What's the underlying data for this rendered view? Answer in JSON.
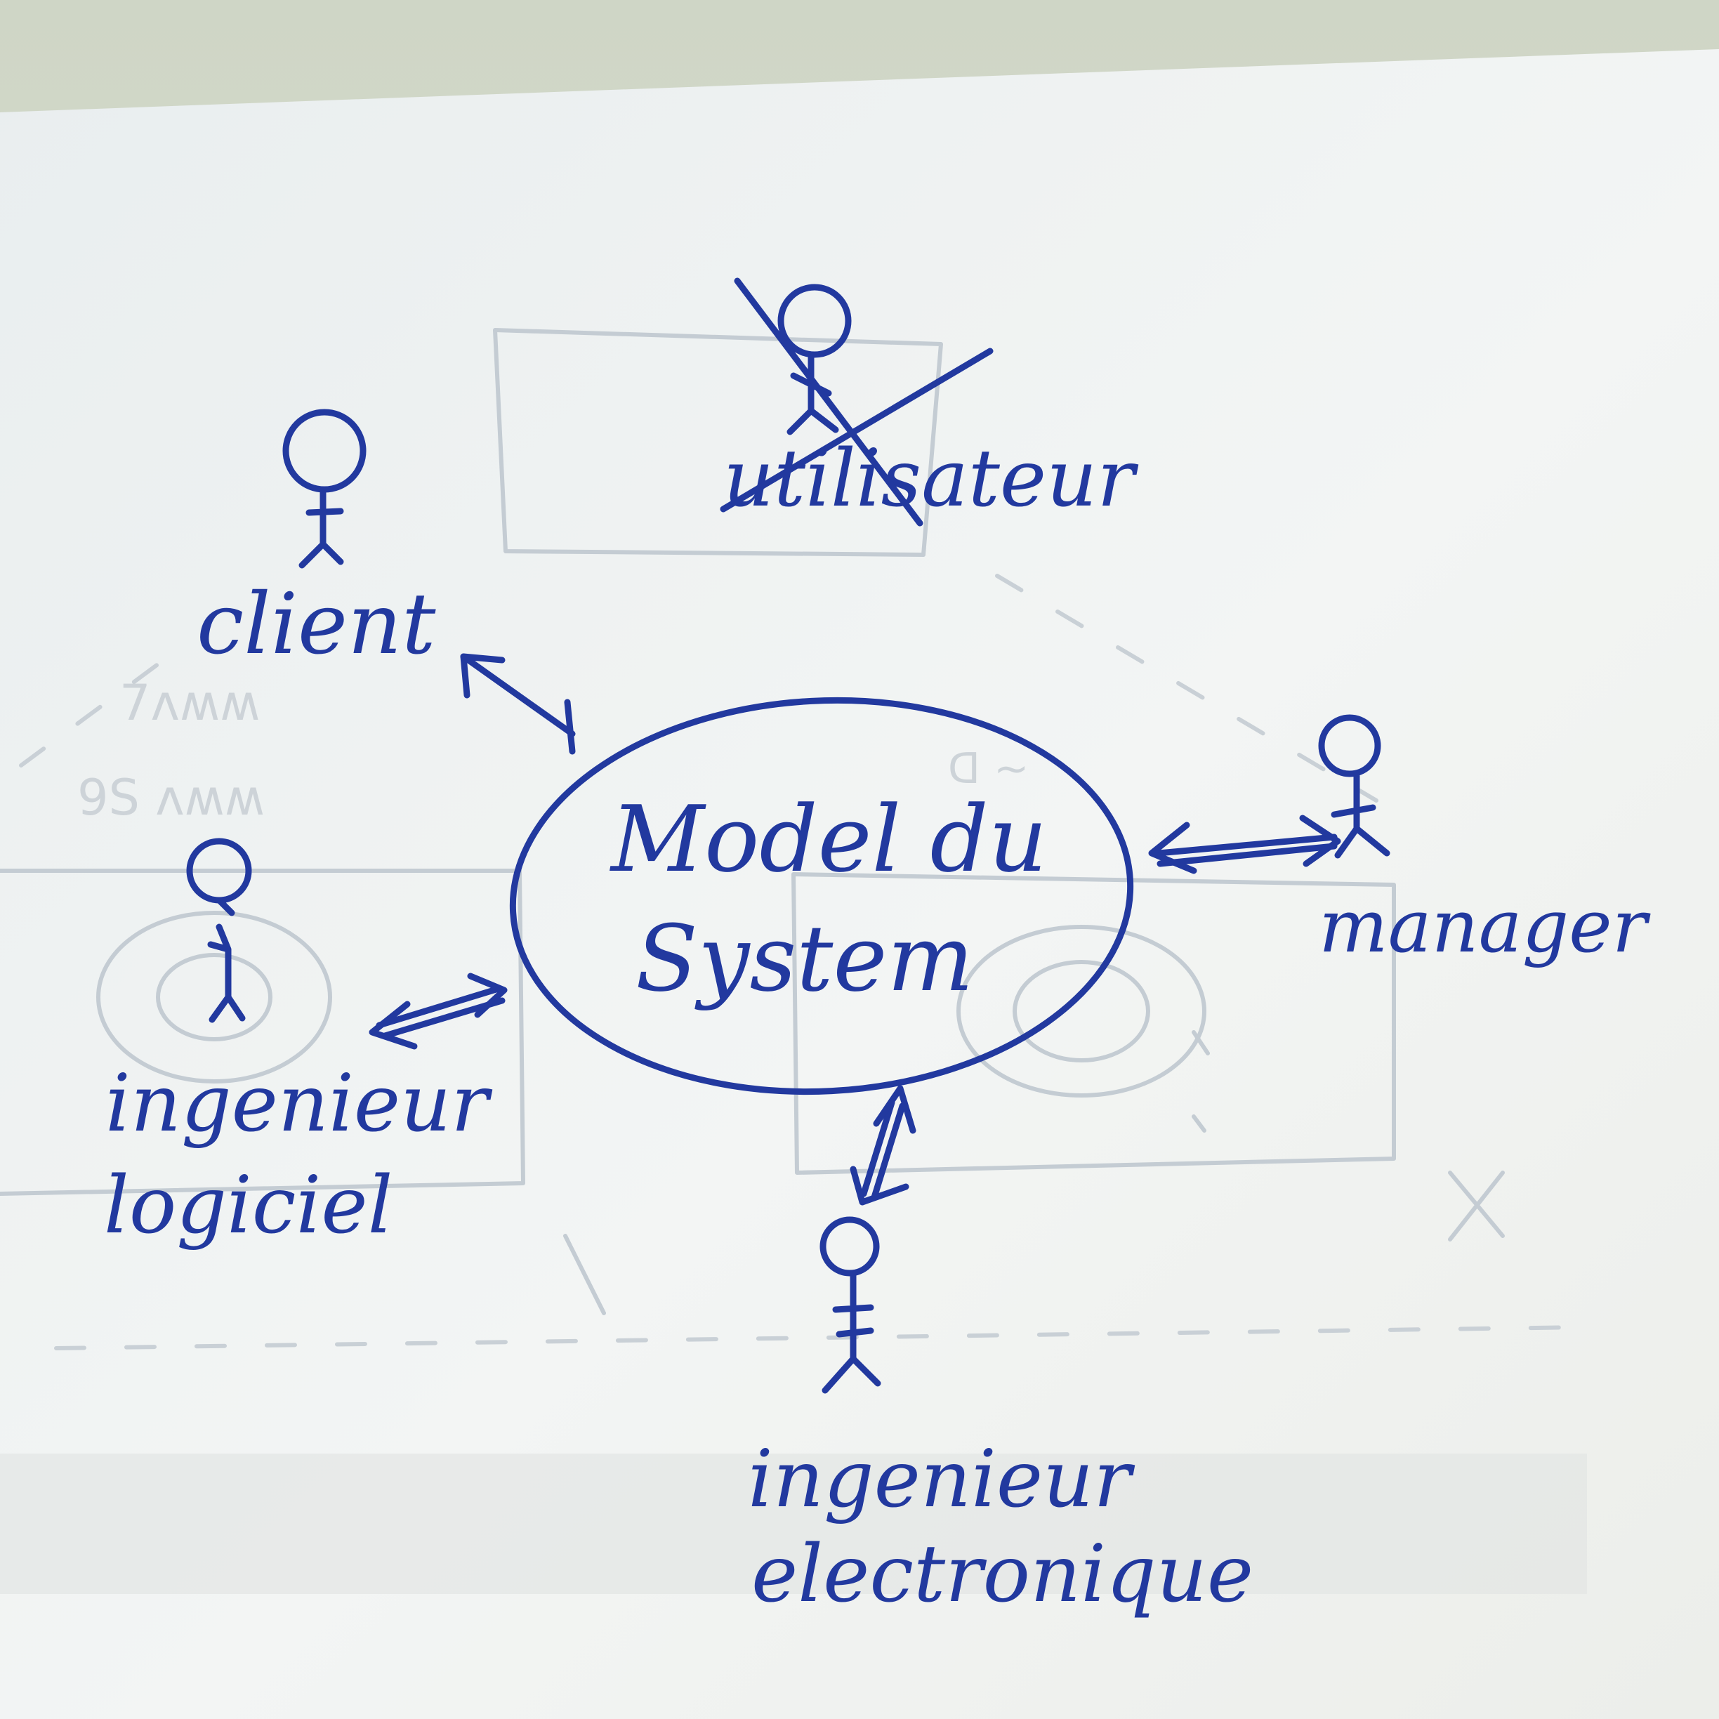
{
  "system": {
    "label_line1": "Model du",
    "label_line2": "System"
  },
  "actors": {
    "utilisateur": {
      "label": "utilisateur",
      "crossed_out": true
    },
    "client": {
      "label": "client"
    },
    "manager": {
      "label": "manager"
    },
    "ingenieur_logiciel": {
      "line1": "ingenieur",
      "line2": "logiciel"
    },
    "ingenieur_electronique": {
      "line1": "ingenieur",
      "line2": "electronique"
    }
  },
  "colors": {
    "ink": "#22399f",
    "paper": "#f1f4f4",
    "ghost": "#c4ccd3"
  }
}
